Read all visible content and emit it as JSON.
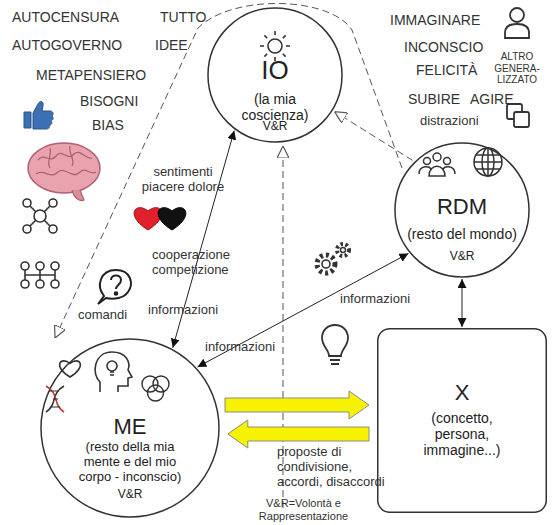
{
  "diagram": {
    "nodes": [
      {
        "text": [
          "IO",
          "(la mia coscienza)",
          "V&R"
        ]
      },
      {
        "text": [
          "RDM",
          "(resto del mondo)",
          "V&R"
        ]
      },
      {
        "text": [
          "ME",
          "(resto della mia mente e del mio corpo - inconscio)",
          "V&R"
        ]
      },
      {
        "text": [
          "X",
          "(concetto, persona, immagine...)"
        ]
      }
    ],
    "edges": [
      {
        "from": 0,
        "to": 2,
        "arrow": "both",
        "label": "informazioni"
      },
      {
        "from": 2,
        "to": 1,
        "arrow": "both",
        "label": "informazioni"
      },
      {
        "from": 1,
        "to": 3,
        "arrow": "both"
      },
      {
        "from": 1,
        "to": 0,
        "arrow": "to"
      },
      {
        "from": 2,
        "to": 3,
        "arrow": "to"
      },
      {
        "from": 3,
        "to": 2,
        "arrow": "to",
        "label": "proposte di condivisione, accordi, disaccordi"
      }
    ],
    "labels": [
      "AUTOCENSURA",
      "TUTTO",
      "AUTOGOVERNO",
      "IDEE",
      "METAPENSIERO",
      "BISOGNI",
      "BIAS",
      "IMMAGINARE",
      "INCONSCIO",
      "FELICITÀ",
      "SUBIRE",
      "AGIRE",
      "distrazioni",
      "ALTRO GENERA- LIZZATO",
      "sentimenti piacere dolore",
      "cooperazione competizione",
      "comandi",
      "informazioni",
      "V&R=Volontà e Rappresentazione"
    ]
  }
}
